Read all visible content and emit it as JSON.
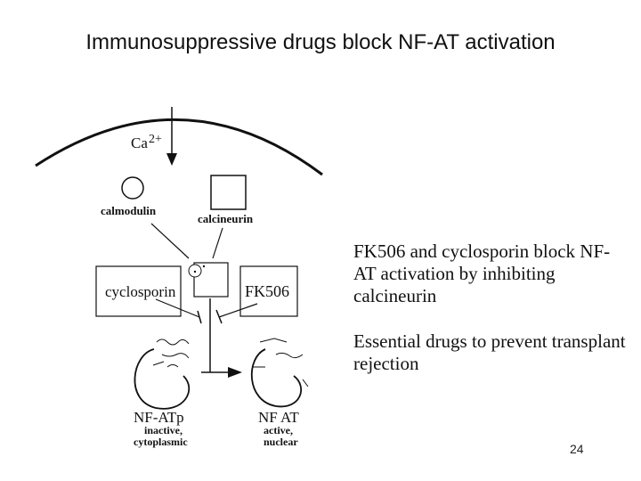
{
  "title": "Immunosuppressive drugs block NF-AT activation",
  "diagram": {
    "ca_label": "Ca",
    "ca_sup": "2+",
    "calmodulin": "calmodulin",
    "calcineurin": "calcineurin",
    "cyclosporin": "cyclosporin",
    "fk506": "FK506",
    "nfat_inactive_name": "NF-ATp",
    "nfat_inactive_state1": "inactive,",
    "nfat_inactive_state2": "cytoplasmic",
    "nfat_active_name": "NF AT",
    "nfat_active_state1": "active,",
    "nfat_active_state2": "nuclear"
  },
  "bullets": [
    "FK506 and cyclosporin block NF-AT activation by inhibiting calcineurin",
    "Essential drugs to prevent transplant rejection"
  ],
  "page_number": "24"
}
